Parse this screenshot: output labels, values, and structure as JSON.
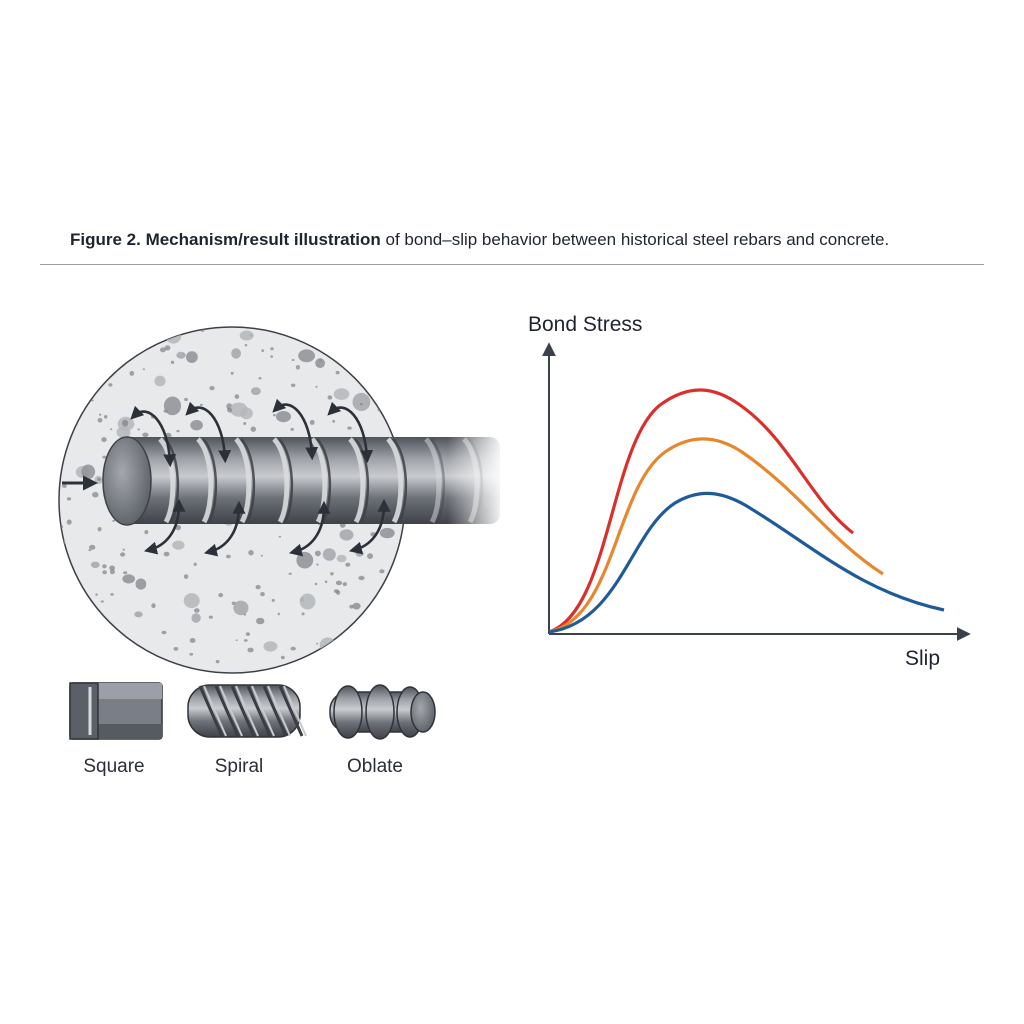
{
  "caption": {
    "bold": "Figure 2. Mechanism/result illustration",
    "rest": " of bond–slip behavior between historical steel rebars and concrete."
  },
  "chart": {
    "y_axis_label": "Bond Stress",
    "x_axis_label": "Slip"
  },
  "rebar_types": [
    {
      "label": "Square"
    },
    {
      "label": "Spiral"
    },
    {
      "label": "Oblate"
    }
  ],
  "colors": {
    "curve_top": "#d9302c",
    "curve_middle": "#e8862e",
    "curve_bottom": "#1f5b99",
    "axis": "#3b414b",
    "steel": "#6e737b",
    "concrete": "#e6e7e9"
  },
  "icons": {
    "load_arrow": "right-arrow-icon",
    "stress_arrows": "curved-double-arrow-icon"
  }
}
